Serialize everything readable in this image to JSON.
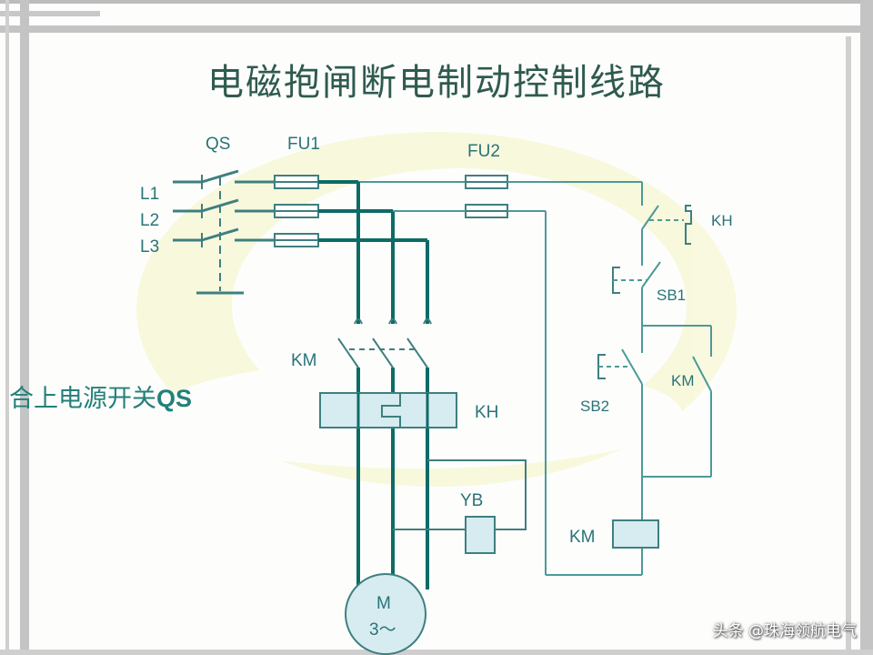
{
  "title": "电磁抱闸断电制动控制线路",
  "note_text": "合上电源开关",
  "note_bold": "QS",
  "labels": {
    "qs": "QS",
    "fu1": "FU1",
    "fu2": "FU2",
    "l1": "L1",
    "l2": "L2",
    "l3": "L3",
    "km_main": "KM",
    "kh_relay": "KH",
    "yb": "YB",
    "motor_m": "M",
    "motor_phase": "3～",
    "kh_contact": "KH",
    "sb1": "SB1",
    "sb2": "SB2",
    "km_aux": "KM",
    "km_coil": "KM"
  },
  "watermark": "头条 @珠海领航电气",
  "colors": {
    "wire": "#4c9a98",
    "thick_wire": "#0d6b66",
    "component_fill": "#d6ecf0",
    "label": "#2a7378",
    "title": "#2f5a4f"
  }
}
